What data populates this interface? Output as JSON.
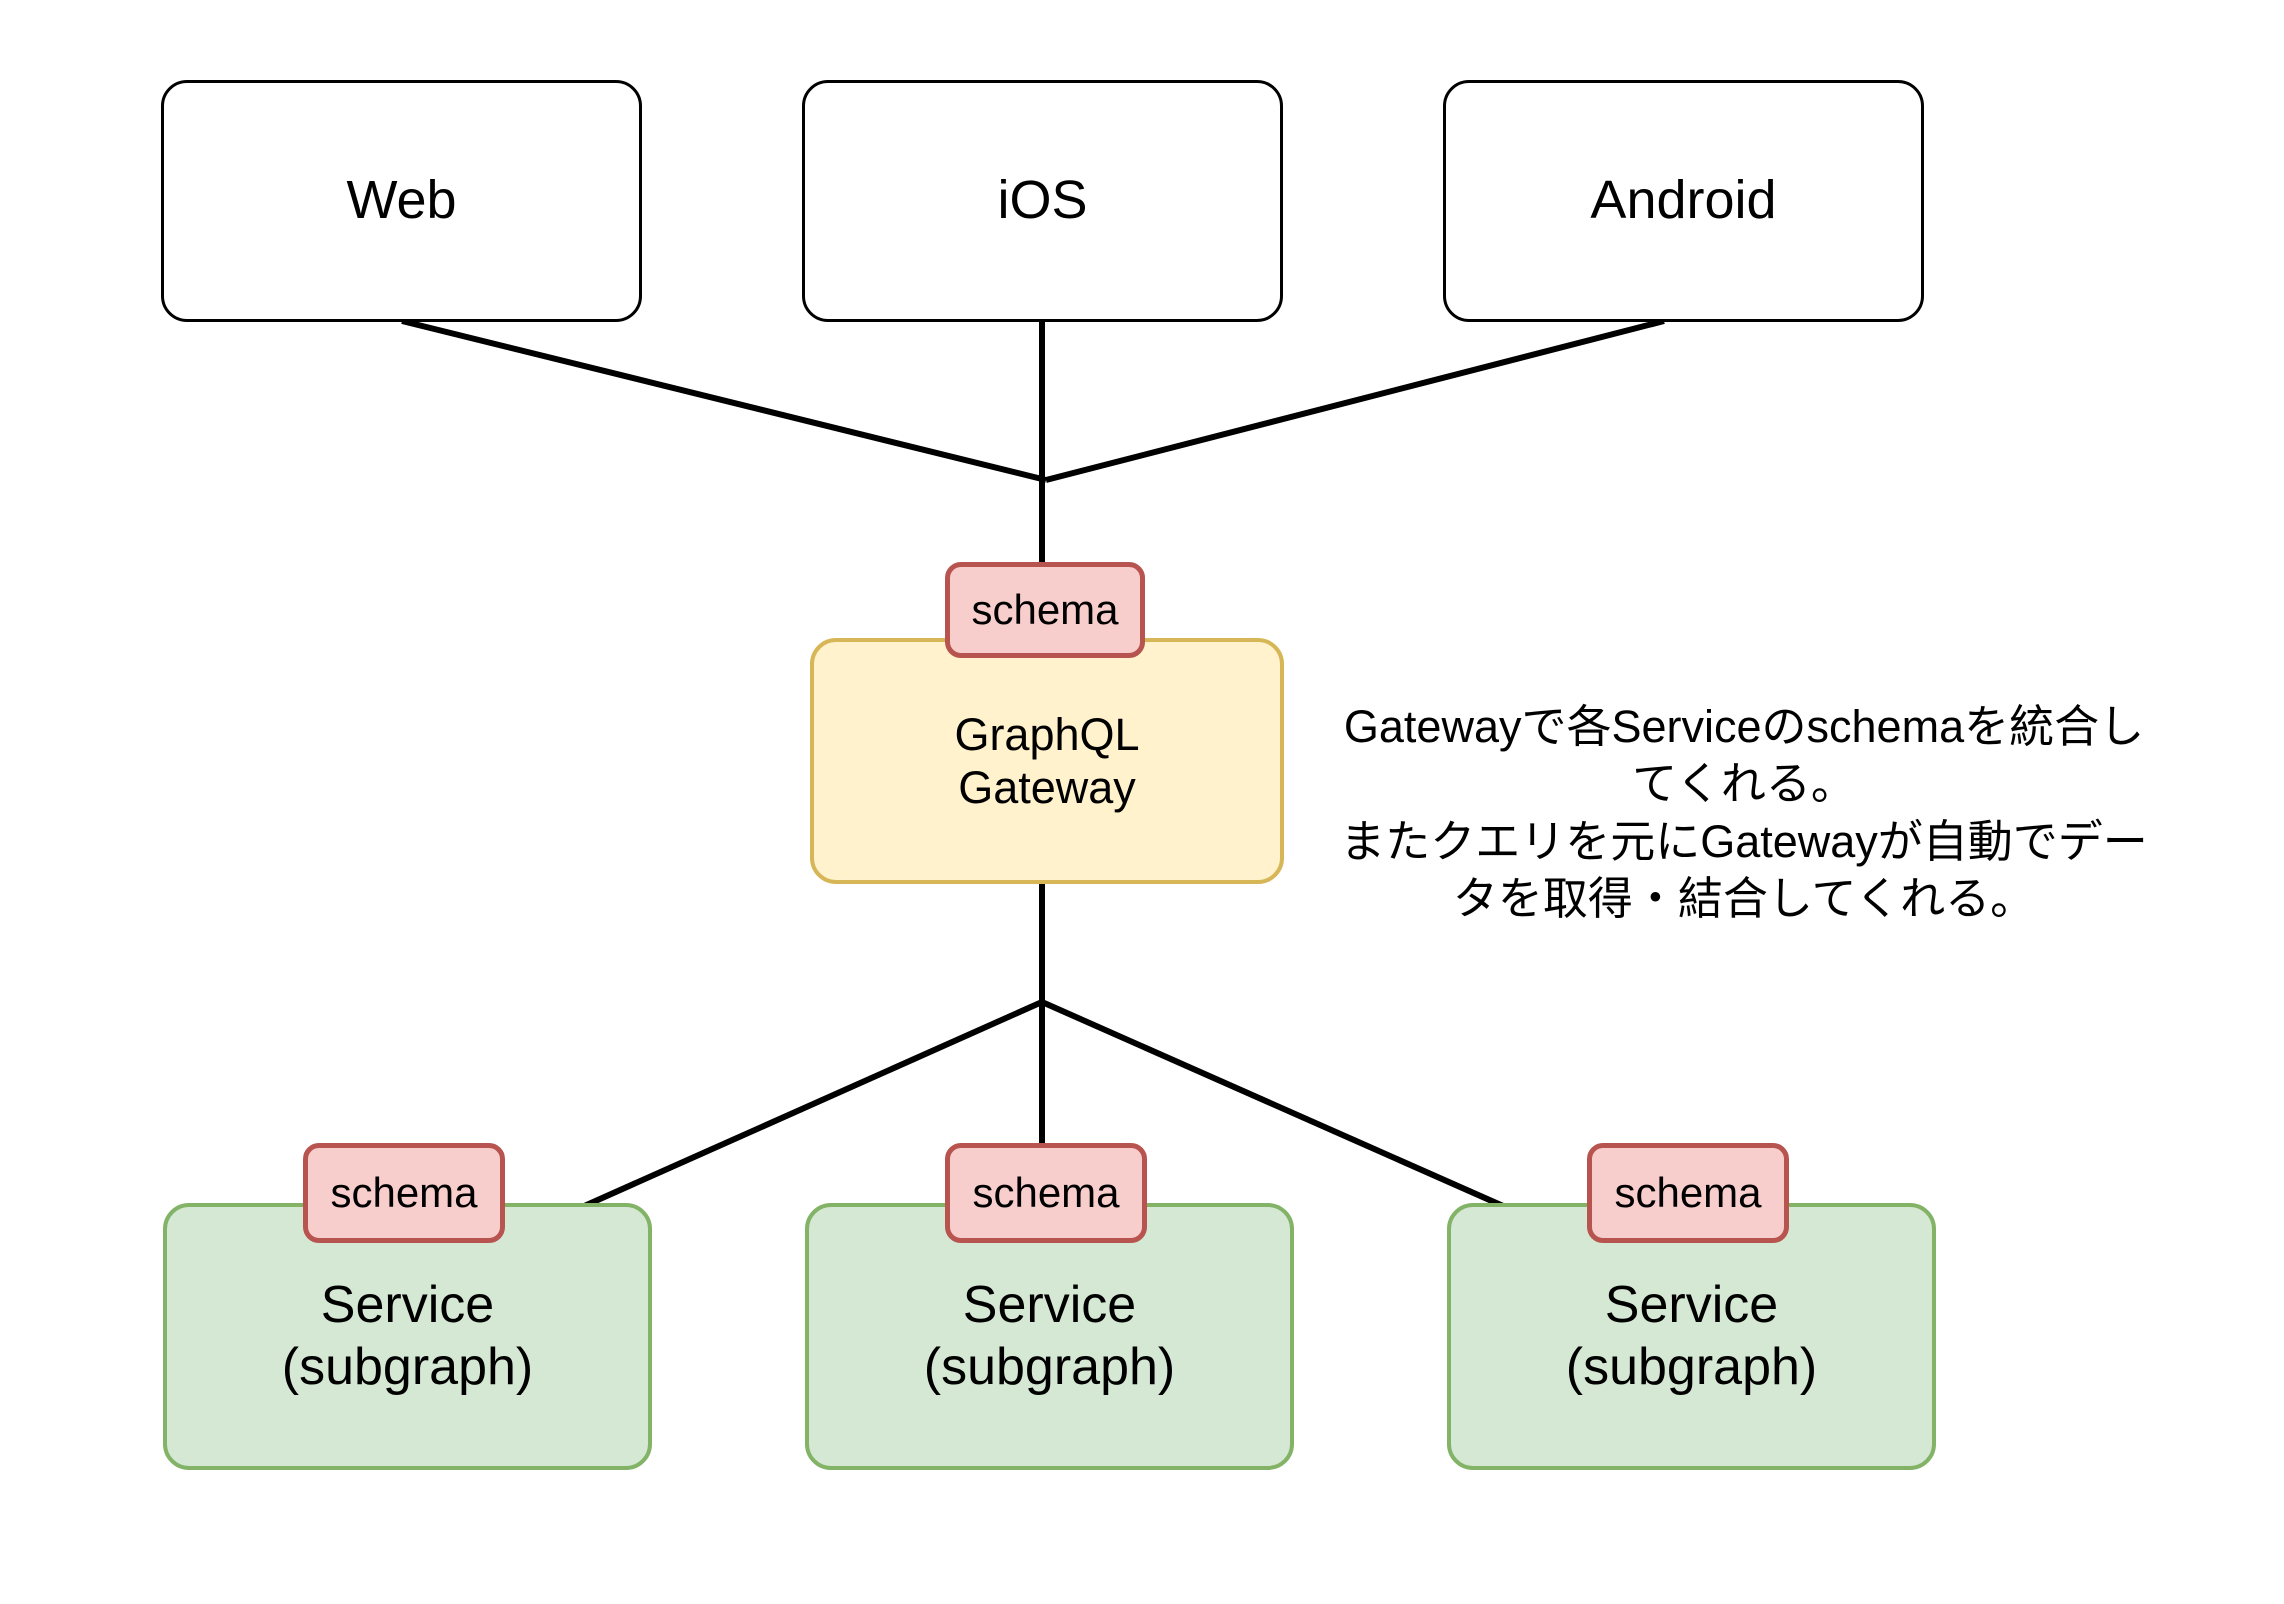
{
  "diagram": {
    "type": "architecture-graph",
    "title_text": "",
    "background_color": "#ffffff",
    "colors": {
      "client_fill": "#ffffff",
      "client_stroke": "#000000",
      "gateway_fill": "#fff2cc",
      "gateway_stroke": "#d6b656",
      "service_fill": "#d5e8d4",
      "service_stroke": "#82b366",
      "schema_fill": "#f8cecc",
      "schema_stroke": "#b85450",
      "edge_stroke": "#000000",
      "text_color": "#000000"
    },
    "clients": [
      {
        "label": "Web"
      },
      {
        "label": "iOS"
      },
      {
        "label": "Android"
      }
    ],
    "gateway": {
      "label": "GraphQL\nGateway",
      "schema_badge": "schema"
    },
    "services": [
      {
        "label": "Service\n(subgraph)",
        "schema_badge": "schema"
      },
      {
        "label": "Service\n(subgraph)",
        "schema_badge": "schema"
      },
      {
        "label": "Service\n(subgraph)",
        "schema_badge": "schema"
      }
    ],
    "annotation": {
      "text": "Gatewayで各Serviceのschemaを統合してくれる。\nまたクエリを元にGatewayが自動でデータを取得・結合してくれる。"
    }
  }
}
